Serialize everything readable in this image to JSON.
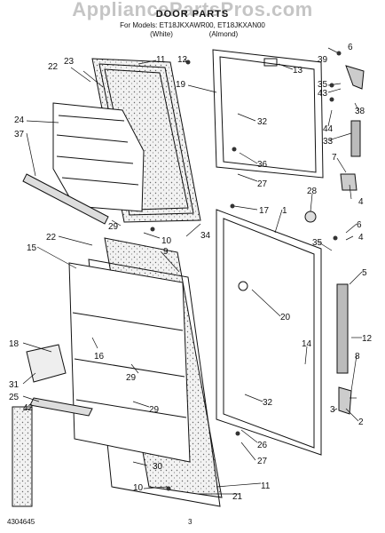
{
  "header": {
    "title": "DOOR PARTS",
    "models": "For Models: ET18JKXAWR00, ET18JKXAN00",
    "variant_white": "(White)",
    "variant_almond": "(Almond)"
  },
  "watermark": "AppliancePartsPros.com",
  "footer": {
    "doc_number": "4304645",
    "page_number": "3"
  },
  "callouts": {
    "c11a": "11",
    "c12a": "12",
    "c13": "13",
    "c19": "19",
    "c32a": "32",
    "c36": "36",
    "c27a": "27",
    "c34": "34",
    "c10a": "10",
    "c17": "17",
    "c1": "1",
    "c20": "20",
    "c14": "14",
    "c32b": "32",
    "c26": "26",
    "c27b": "27",
    "c11b": "11",
    "c21": "21",
    "c10b": "10",
    "c30": "30",
    "c29a": "29",
    "c29b": "29",
    "c29c": "29",
    "c16": "16",
    "c18": "18",
    "c31": "31",
    "c25": "25",
    "c42": "42",
    "c22a": "22",
    "c23": "23",
    "c24": "24",
    "c37": "37",
    "c22b": "22",
    "c15": "15",
    "c9": "9",
    "c6a": "6",
    "c39": "39",
    "c35a": "35",
    "c43": "43",
    "c44": "44",
    "c38": "38",
    "c33": "33",
    "c7": "7",
    "c4a": "4",
    "c28": "28",
    "c6b": "6",
    "c4b": "4",
    "c35b": "35",
    "c5": "5",
    "c12b": "12",
    "c8": "8",
    "c2": "2",
    "c3": "3"
  }
}
